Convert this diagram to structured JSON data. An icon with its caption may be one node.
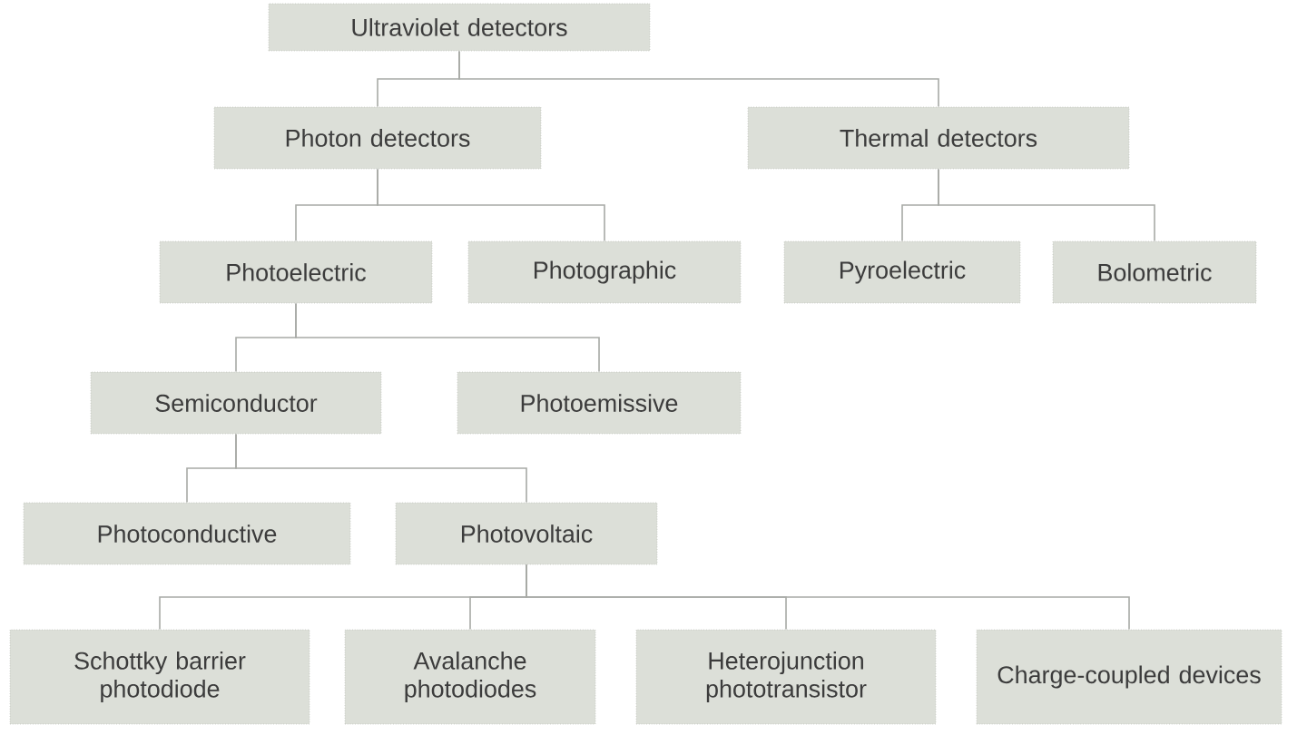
{
  "diagram": {
    "nodes": [
      {
        "text": [
          "Ultraviolet detectors"
        ]
      },
      {
        "text": [
          "Photon detectors"
        ]
      },
      {
        "text": [
          "Thermal detectors"
        ]
      },
      {
        "text": [
          "Photoelectric"
        ]
      },
      {
        "text": [
          "Photographic"
        ]
      },
      {
        "text": [
          "Pyroelectric"
        ]
      },
      {
        "text": [
          "Bolometric"
        ]
      },
      {
        "text": [
          "Semiconductor"
        ]
      },
      {
        "text": [
          "Photoemissive"
        ]
      },
      {
        "text": [
          "Photoconductive"
        ]
      },
      {
        "text": [
          "Photovoltaic"
        ]
      },
      {
        "text": [
          "Schottky barrier photodiode"
        ]
      },
      {
        "text": [
          "Avalanche photodiodes"
        ]
      },
      {
        "text": [
          "Heterojunction phototransistor"
        ]
      },
      {
        "text": [
          "Charge-coupled devices"
        ]
      }
    ],
    "edges": [
      {
        "from": 0,
        "to": 1,
        "arrow": "none"
      },
      {
        "from": 0,
        "to": 2,
        "arrow": "none"
      },
      {
        "from": 1,
        "to": 3,
        "arrow": "none"
      },
      {
        "from": 1,
        "to": 4,
        "arrow": "none"
      },
      {
        "from": 2,
        "to": 5,
        "arrow": "none"
      },
      {
        "from": 2,
        "to": 6,
        "arrow": "none"
      },
      {
        "from": 3,
        "to": 7,
        "arrow": "none"
      },
      {
        "from": 3,
        "to": 8,
        "arrow": "none"
      },
      {
        "from": 7,
        "to": 9,
        "arrow": "none"
      },
      {
        "from": 7,
        "to": 10,
        "arrow": "none"
      },
      {
        "from": 10,
        "to": 11,
        "arrow": "none"
      },
      {
        "from": 10,
        "to": 12,
        "arrow": "none"
      },
      {
        "from": 10,
        "to": 13,
        "arrow": "none"
      },
      {
        "from": 10,
        "to": 14,
        "arrow": "none"
      }
    ]
  }
}
